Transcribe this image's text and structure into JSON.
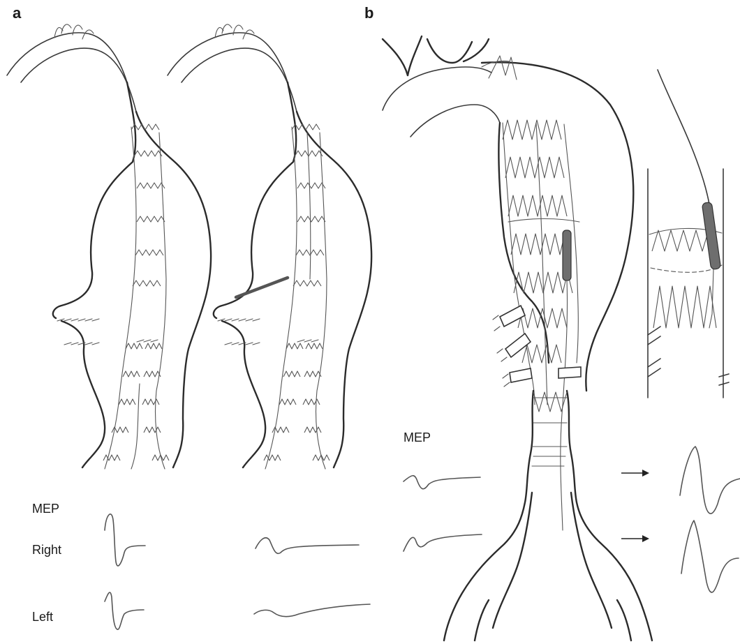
{
  "panels": {
    "a": {
      "letter": "a"
    },
    "b": {
      "letter": "b"
    }
  },
  "labels": {
    "mep_a": "MEP",
    "right": "Right",
    "left": "Left",
    "mep_b": "MEP"
  }
}
